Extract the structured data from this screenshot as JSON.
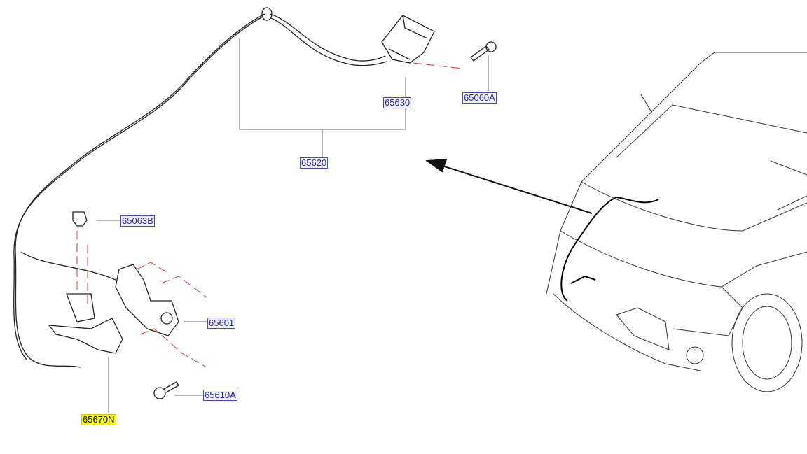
{
  "parts": {
    "p65630": "65630",
    "p65060A": "65060A",
    "p65620": "65620",
    "p65063B": "65063B",
    "p65601": "65601",
    "p65610A": "65610A",
    "p65670N": "65670N"
  },
  "highlight_color": "#f5f51a"
}
